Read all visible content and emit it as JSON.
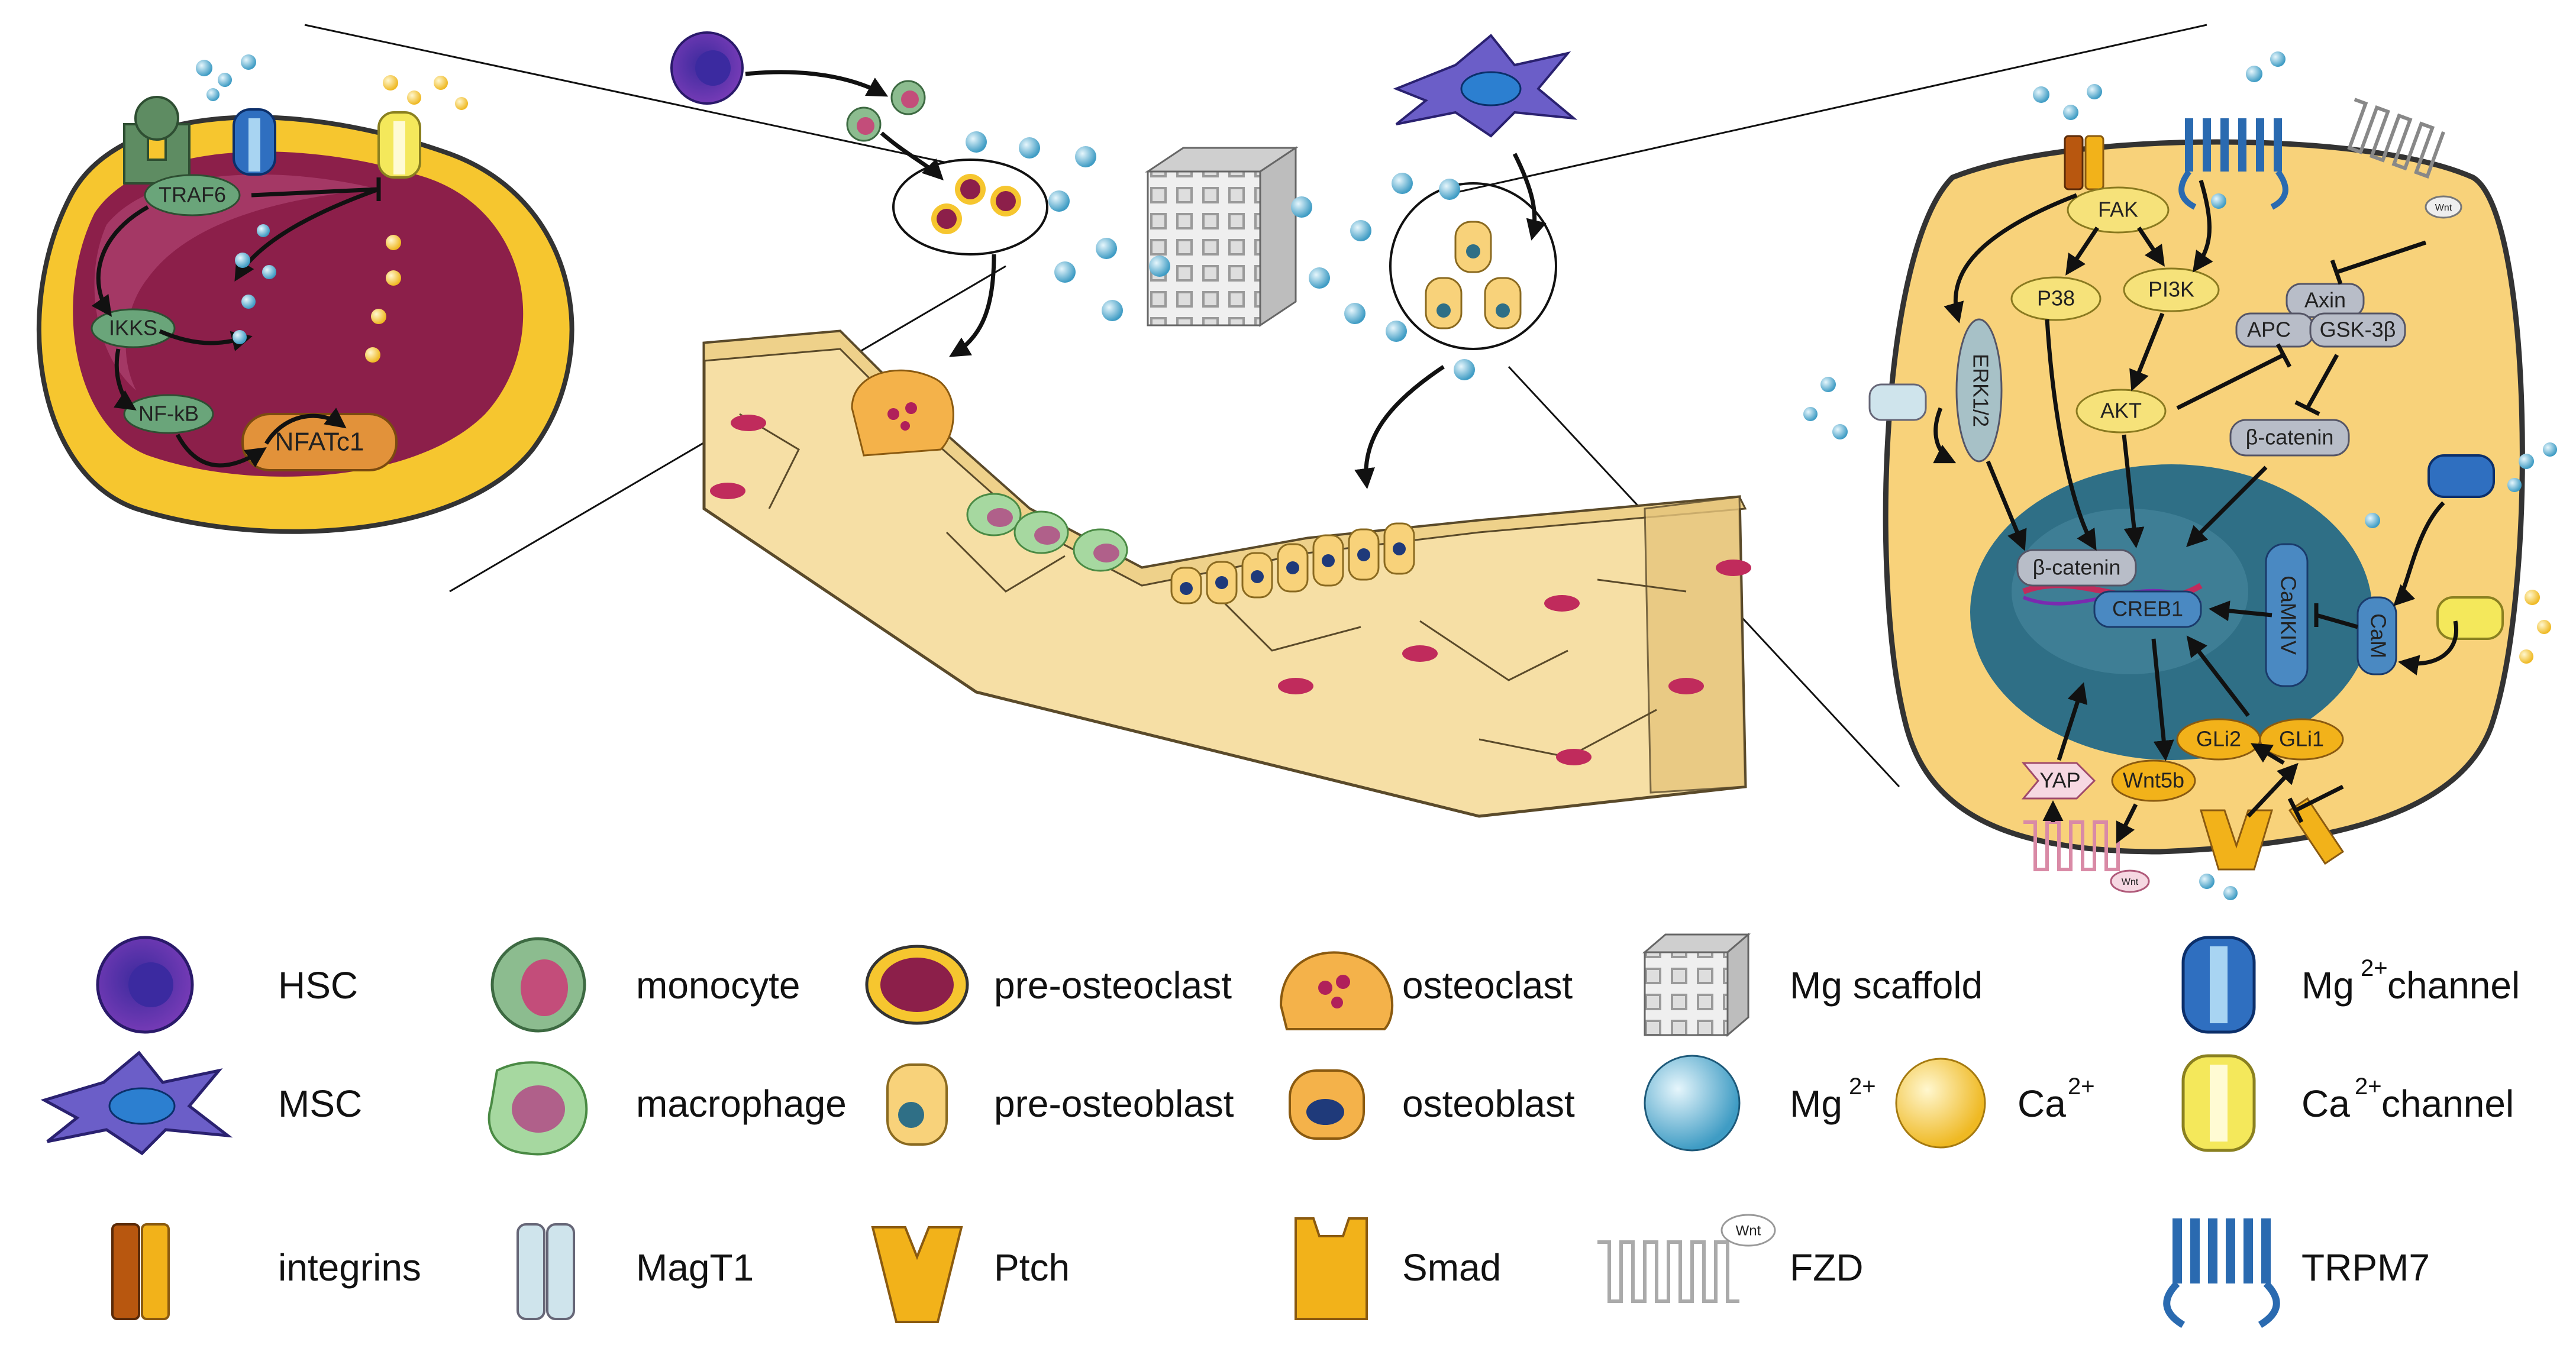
{
  "left_cell": {
    "nodes": {
      "traf6": "TRAF6",
      "ikks": "IKKS",
      "nfkb": "NF-kB",
      "nfatc1": "NFATc1"
    }
  },
  "right_cell": {
    "nodes": {
      "fak": "FAK",
      "p38": "P38",
      "pi3k": "PI3K",
      "akt": "AKT",
      "erk": "ERK1/2",
      "axin": "Axin",
      "apc": "APC",
      "gsk": "GSK-3β",
      "bcat_cyto": "β-catenin",
      "bcat_nuc": "β-catenin",
      "creb1": "CREB1",
      "camkiv": "CaMKIV",
      "cam": "CaM",
      "gli2": "GLi2",
      "gli1": "GLi1",
      "yap": "YAP",
      "wnt5b": "Wnt5b",
      "wnt_top": "Wnt",
      "wnt_bottom": "Wnt"
    }
  },
  "legend": {
    "hsc": "HSC",
    "monocyte": "monocyte",
    "pre_osteoclast": "pre-osteoclast",
    "osteoclast": "osteoclast",
    "mg_scaffold": "Mg scaffold",
    "mg_channel": "Mg",
    "mg_channel_sup": "2+",
    "mg_channel_rest": " channel",
    "msc": "MSC",
    "macrophage": "macrophage",
    "pre_osteoblast": "pre-osteoblast",
    "osteoblast": "osteoblast",
    "mg_ion": "Mg",
    "mg_ion_sup": "2+",
    "ca_ion": "Ca",
    "ca_ion_sup": "2+",
    "ca_channel": "Ca",
    "ca_channel_sup": "2+",
    "ca_channel_rest": " channel",
    "integrins": "integrins",
    "magt1": "MagT1",
    "ptch": "Ptch",
    "smad": "Smad",
    "fzd": "FZD",
    "fzd_wnt": "Wnt",
    "trpm7": "TRPM7"
  },
  "colors": {
    "mg_ion": "#7fc4dd",
    "ca_ion": "#f6d45a",
    "cell_yellow": "#f8d27a",
    "osteoclast_body": "#a22a5e",
    "nucleus_teal": "#2f6f86",
    "node_green": "#6aa57a",
    "node_yellow": "#f6e27a",
    "node_grey": "#b8bdc8",
    "node_blue": "#4a89c2"
  }
}
